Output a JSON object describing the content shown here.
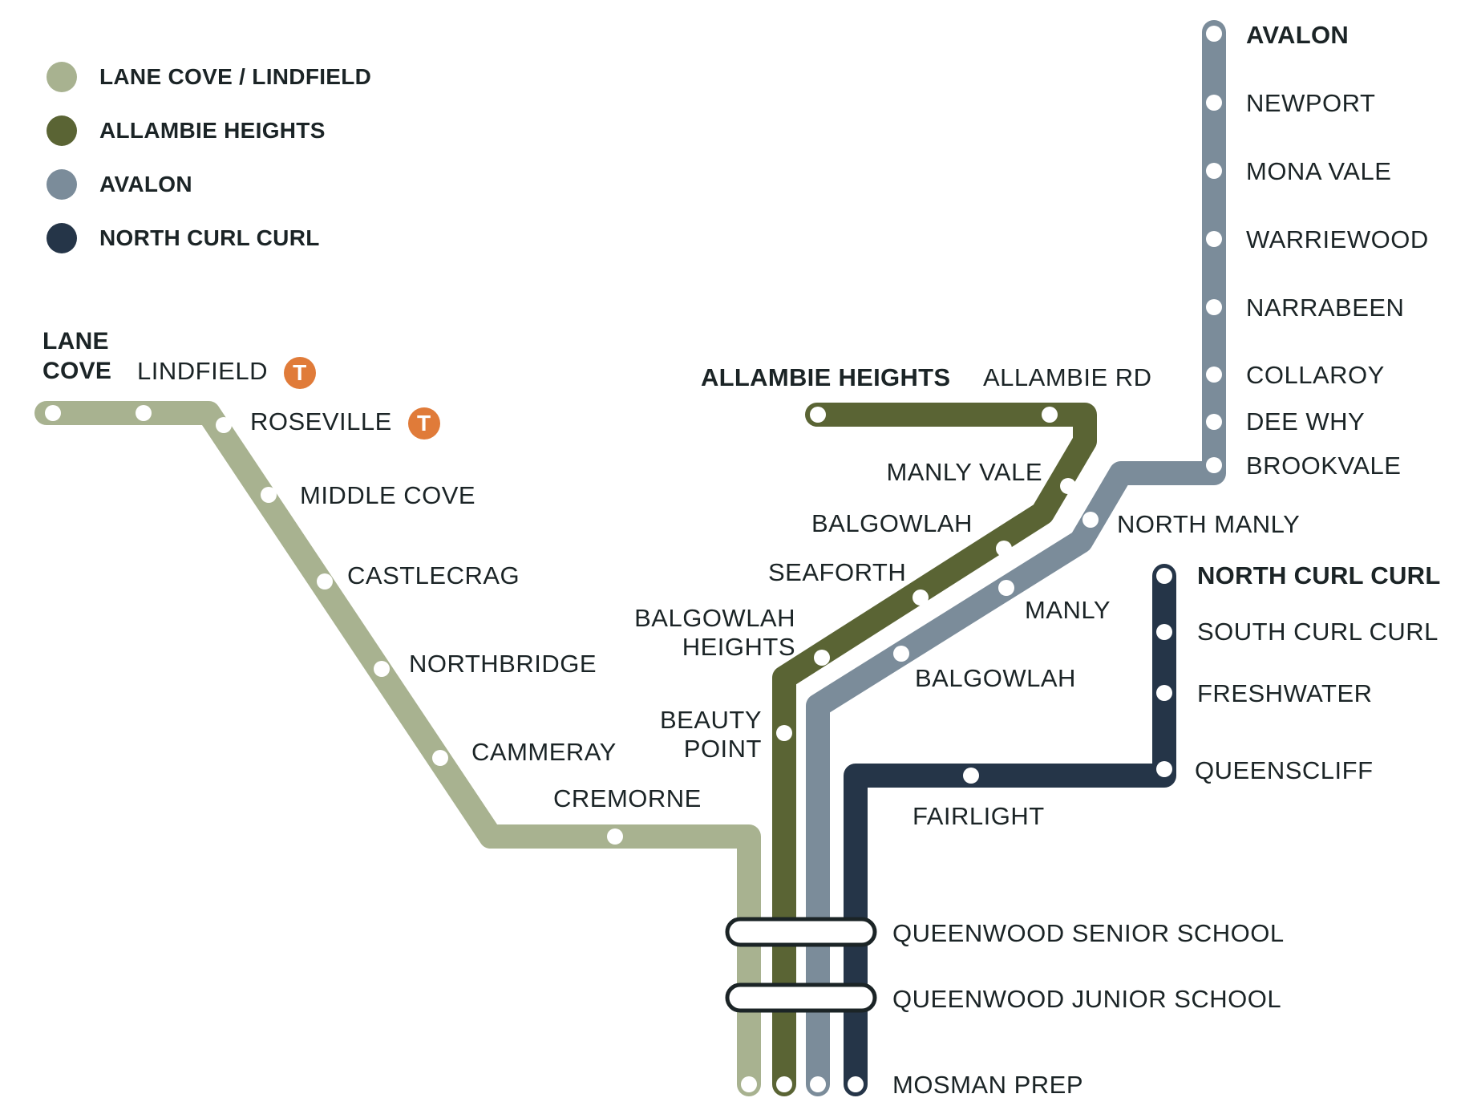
{
  "colors": {
    "lane_cove": "#a8b290",
    "allambie": "#5a6434",
    "avalon": "#7b8c9a",
    "north_curl_curl": "#253548",
    "train_badge": "#e07b39",
    "text": "#1b2426"
  },
  "legend": [
    {
      "label": "LANE COVE / LINDFIELD",
      "line": "lane_cove"
    },
    {
      "label": "ALLAMBIE HEIGHTS",
      "line": "allambie"
    },
    {
      "label": "AVALON",
      "line": "avalon"
    },
    {
      "label": "NORTH CURL CURL",
      "line": "north_curl_curl"
    }
  ],
  "routes": {
    "lane_cove": {
      "name": "LANE COVE / LINDFIELD",
      "stations": [
        "LANE COVE",
        "LINDFIELD",
        "ROSEVILLE",
        "MIDDLE COVE",
        "CASTLECRAG",
        "NORTHBRIDGE",
        "CAMMERAY",
        "CREMORNE",
        "MOSMAN PREP"
      ]
    },
    "allambie": {
      "name": "ALLAMBIE HEIGHTS",
      "stations": [
        "ALLAMBIE HEIGHTS",
        "ALLAMBIE RD",
        "MANLY VALE",
        "BALGOWLAH",
        "SEAFORTH",
        "BALGOWLAH HEIGHTS",
        "BEAUTY POINT",
        "MOSMAN PREP"
      ]
    },
    "avalon": {
      "name": "AVALON",
      "stations": [
        "AVALON",
        "NEWPORT",
        "MONA VALE",
        "WARRIEWOOD",
        "NARRABEEN",
        "COLLAROY",
        "DEE WHY",
        "BROOKVALE",
        "NORTH MANLY",
        "MANLY",
        "BALGOWLAH",
        "MOSMAN PREP"
      ]
    },
    "north_curl_curl": {
      "name": "NORTH CURL CURL",
      "stations": [
        "NORTH CURL CURL",
        "SOUTH CURL CURL",
        "FRESHWATER",
        "QUEENSCLIFF",
        "FAIRLIGHT",
        "MOSMAN PREP"
      ]
    }
  },
  "labels": {
    "lane_cove_1": "LANE",
    "lane_cove_2": "COVE",
    "lindfield": "LINDFIELD",
    "roseville": "ROSEVILLE",
    "middle_cove": "MIDDLE COVE",
    "castlecrag": "CASTLECRAG",
    "northbridge": "NORTHBRIDGE",
    "cammeray": "CAMMERAY",
    "cremorne": "CREMORNE",
    "allambie_heights": "ALLAMBIE HEIGHTS",
    "allambie_rd": "ALLAMBIE RD",
    "manly_vale": "MANLY VALE",
    "balgowlah_olive": "BALGOWLAH",
    "seaforth": "SEAFORTH",
    "balgowlah_heights_1": "BALGOWLAH",
    "balgowlah_heights_2": "HEIGHTS",
    "beauty_point_1": "BEAUTY",
    "beauty_point_2": "POINT",
    "avalon": "AVALON",
    "newport": "NEWPORT",
    "mona_vale": "MONA VALE",
    "warriewood": "WARRIEWOOD",
    "narrabeen": "NARRABEEN",
    "collaroy": "COLLAROY",
    "dee_why": "DEE WHY",
    "brookvale": "BROOKVALE",
    "north_manly": "NORTH MANLY",
    "manly": "MANLY",
    "balgowlah_avalon": "BALGOWLAH",
    "north_curl_curl": "NORTH CURL CURL",
    "south_curl_curl": "SOUTH CURL CURL",
    "freshwater": "FRESHWATER",
    "queenscliff": "QUEENSCLIFF",
    "fairlight": "FAIRLIGHT",
    "queenwood_senior": "QUEENWOOD SENIOR SCHOOL",
    "queenwood_junior": "QUEENWOOD JUNIOR SCHOOL",
    "mosman_prep": "MOSMAN PREP"
  },
  "train_badge": {
    "glyph": "T",
    "stations": [
      "LINDFIELD",
      "ROSEVILLE"
    ]
  }
}
